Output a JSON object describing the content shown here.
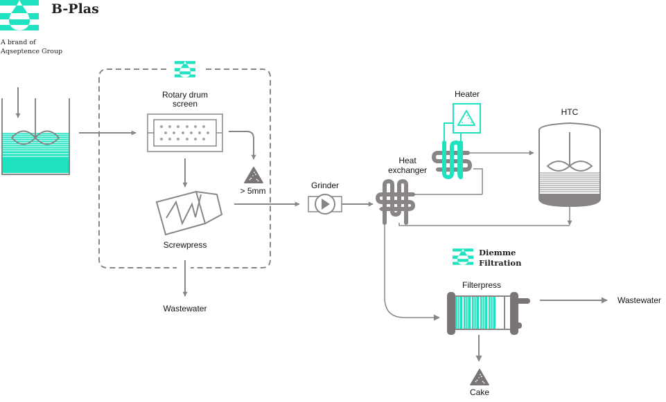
{
  "header": {
    "brand_name": "B-Plas",
    "tagline_line1": "A brand of",
    "tagline_line2": "Aqseptence Group"
  },
  "colors": {
    "accent": "#1fe3c0",
    "line": "#8a8585",
    "text": "#111111"
  },
  "process": {
    "rotary_drum_screen_line1": "Rotary drum",
    "rotary_drum_screen_line2": "screen",
    "oversize_label": "> 5mm",
    "screwpress": "Screwpress",
    "wastewater_left": "Wastewater",
    "grinder": "Grinder",
    "heat_exchanger_line1": "Heat",
    "heat_exchanger_line2": "exchanger",
    "heater": "Heater",
    "htc": "HTC",
    "partner_line1": "Diemme",
    "partner_line2": "Filtration",
    "filterpress": "Filterpress",
    "wastewater_right": "Wastewater",
    "cake": "Cake"
  },
  "icons": {
    "brand_logo": "water-drop-logo-icon",
    "solids": "solids-triangle-icon",
    "grinder": "pump-play-icon"
  }
}
